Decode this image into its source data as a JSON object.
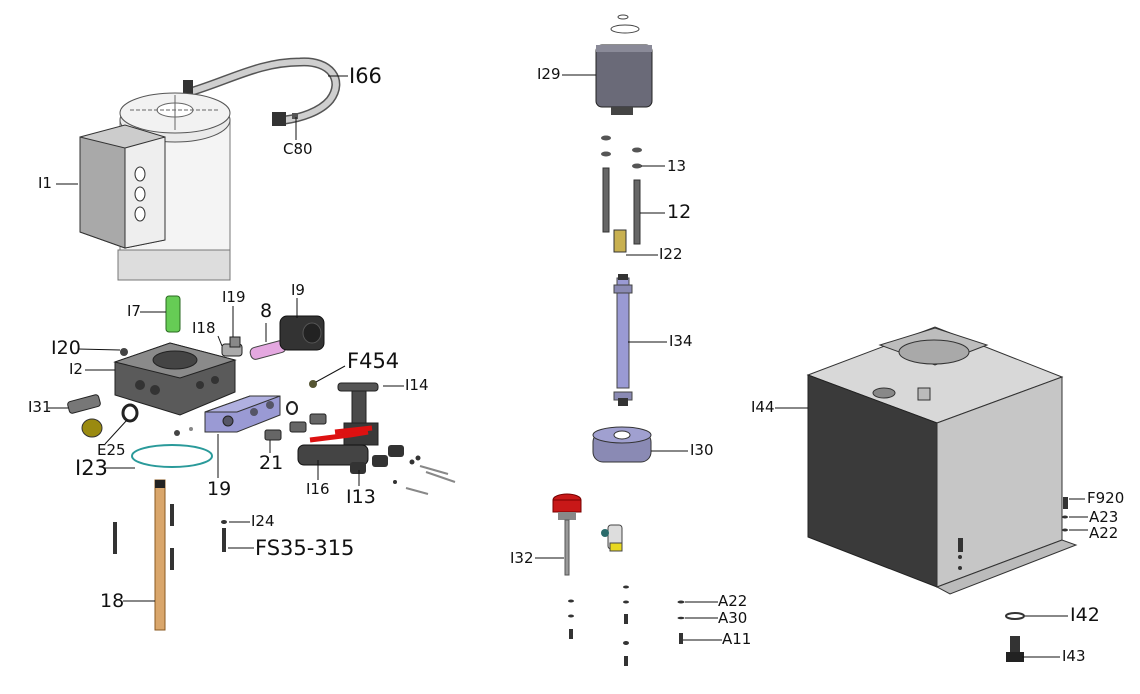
{
  "diagram": {
    "title": "Hydraulic power unit exploded parts diagram",
    "colors": {
      "background": "#ffffff",
      "line": "#111111",
      "metal_light": "#e8e8e8",
      "metal_mid": "#a9a9a9",
      "metal_dark": "#4a4a4a",
      "manifold_blue": "#8c8cc8",
      "filter_green": "#66cc55",
      "valve_pink": "#e4a8e0",
      "handle_red": "#dd1111",
      "oring_teal": "#2a9a9a",
      "tube_copper": "#d9a66b",
      "fitting_brass": "#c8b050",
      "plug_olive": "#9a8a10",
      "breather_red": "#c81818"
    },
    "parts": [
      {
        "id": "I66",
        "label": "I66",
        "desc": "motor strap"
      },
      {
        "id": "C80",
        "label": "C80",
        "desc": "strap nut"
      },
      {
        "id": "I1",
        "label": "I1",
        "desc": "electric motor"
      },
      {
        "id": "I7",
        "label": "I7",
        "desc": "filter"
      },
      {
        "id": "I19",
        "label": "I19",
        "desc": "fitting"
      },
      {
        "id": "I9",
        "label": "I9",
        "desc": "solenoid coil"
      },
      {
        "id": "I18",
        "label": "I18",
        "desc": "check valve"
      },
      {
        "id": "8",
        "label": "8",
        "desc": "solenoid valve cartridge"
      },
      {
        "id": "I20",
        "label": "I20",
        "desc": "plug"
      },
      {
        "id": "I2",
        "label": "I2",
        "desc": "center manifold"
      },
      {
        "id": "F454",
        "label": "F454",
        "desc": "plug"
      },
      {
        "id": "I14",
        "label": "I14",
        "desc": "needle valve"
      },
      {
        "id": "I31",
        "label": "I31",
        "desc": "relief valve"
      },
      {
        "id": "E25",
        "label": "E25",
        "desc": "seal ring"
      },
      {
        "id": "I23",
        "label": "I23",
        "desc": "o-ring"
      },
      {
        "id": "19",
        "label": "19",
        "desc": "valve block"
      },
      {
        "id": "21",
        "label": "21",
        "desc": "fitting"
      },
      {
        "id": "I16",
        "label": "I16",
        "desc": "ball valve"
      },
      {
        "id": "I13",
        "label": "I13",
        "desc": "adapter fitting"
      },
      {
        "id": "I24",
        "label": "I24",
        "desc": "washer"
      },
      {
        "id": "FS35-315",
        "label": "FS35-315",
        "desc": "bolt"
      },
      {
        "id": "18",
        "label": "18",
        "desc": "suction tube"
      },
      {
        "id": "I29",
        "label": "I29",
        "desc": "gear pump"
      },
      {
        "id": "13",
        "label": "13",
        "desc": "washer"
      },
      {
        "id": "12",
        "label": "12",
        "desc": "bolt"
      },
      {
        "id": "I22",
        "label": "I22",
        "desc": "fitting"
      },
      {
        "id": "I34",
        "label": "I34",
        "desc": "return tube"
      },
      {
        "id": "I30",
        "label": "I30",
        "desc": "coupling"
      },
      {
        "id": "I32",
        "label": "I32",
        "desc": "breather / dipstick"
      },
      {
        "id": "A22a",
        "label": "A22",
        "desc": "washer"
      },
      {
        "id": "A30",
        "label": "A30",
        "desc": "washer"
      },
      {
        "id": "A11",
        "label": "A11",
        "desc": "screw"
      },
      {
        "id": "I44",
        "label": "I44",
        "desc": "reservoir tank"
      },
      {
        "id": "F920",
        "label": "F920",
        "desc": "screw"
      },
      {
        "id": "A23",
        "label": "A23",
        "desc": "washer"
      },
      {
        "id": "A22b",
        "label": "A22",
        "desc": "washer"
      },
      {
        "id": "I42",
        "label": "I42",
        "desc": "washer"
      },
      {
        "id": "I43",
        "label": "I43",
        "desc": "bolt"
      }
    ]
  }
}
